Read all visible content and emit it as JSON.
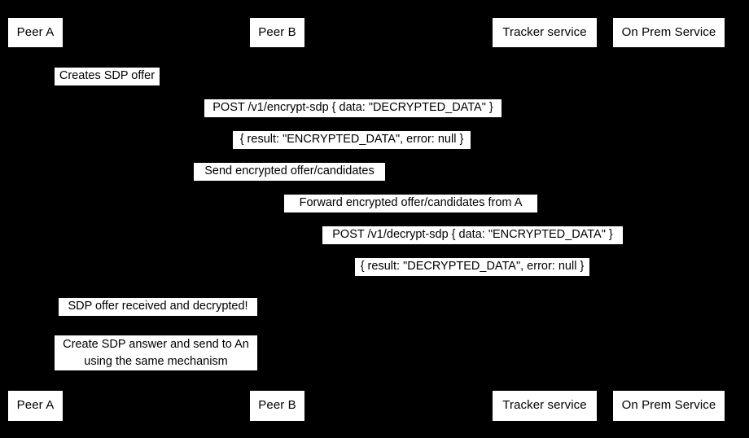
{
  "diagram": {
    "title": "WebRTC SDP encryption sequence",
    "type": "sequence-diagram",
    "background_color": "#000000",
    "label_background_color": "#ffffff",
    "label_text_color": "#000000"
  },
  "participants": [
    {
      "id": "peer-a",
      "label": "Peer A"
    },
    {
      "id": "peer-b",
      "label": "Peer B"
    },
    {
      "id": "tracker-service",
      "label": "Tracker service"
    },
    {
      "id": "on-prem-service",
      "label": "On Prem Service"
    }
  ],
  "participants_bottom": [
    {
      "id": "peer-a",
      "label": "Peer A"
    },
    {
      "id": "peer-b",
      "label": "Peer B"
    },
    {
      "id": "tracker-service",
      "label": "Tracker service"
    },
    {
      "id": "on-prem-service",
      "label": "On Prem Service"
    }
  ],
  "messages": [
    {
      "id": "creates-sdp-offer",
      "label": "Creates SDP offer",
      "from": "peer-a",
      "to": "peer-a",
      "kind": "self"
    },
    {
      "id": "post-encrypt-sdp",
      "label": "POST /v1/encrypt-sdp { data: \"DECRYPTED_DATA\" }",
      "from": "peer-a",
      "to": "on-prem-service",
      "kind": "request"
    },
    {
      "id": "encrypt-sdp-result",
      "label": "{ result: \"ENCRYPTED_DATA\", error: null }",
      "from": "on-prem-service",
      "to": "peer-a",
      "kind": "response"
    },
    {
      "id": "send-encrypted-offer",
      "label": "Send encrypted offer/candidates",
      "from": "peer-a",
      "to": "tracker-service",
      "kind": "request"
    },
    {
      "id": "forward-encrypted-offer",
      "label": "Forward encrypted offer/candidates from A",
      "from": "tracker-service",
      "to": "peer-b",
      "kind": "request"
    },
    {
      "id": "post-decrypt-sdp",
      "label": "POST /v1/decrypt-sdp { data: \"ENCRYPTED_DATA\" }",
      "from": "peer-b",
      "to": "on-prem-service",
      "kind": "request"
    },
    {
      "id": "decrypt-sdp-result",
      "label": "{ result: \"DECRYPTED_DATA\", error: null }",
      "from": "on-prem-service",
      "to": "peer-b",
      "kind": "response"
    },
    {
      "id": "sdp-offer-received",
      "label": "SDP offer received and decrypted!",
      "from": "peer-b",
      "to": "peer-b",
      "kind": "note"
    },
    {
      "id": "create-sdp-answer",
      "label": "Create SDP answer and send to An using the same mechanism",
      "line1": "Create SDP answer and send to An",
      "line2": "using the same mechanism",
      "from": "peer-b",
      "to": "peer-a",
      "kind": "note"
    }
  ]
}
